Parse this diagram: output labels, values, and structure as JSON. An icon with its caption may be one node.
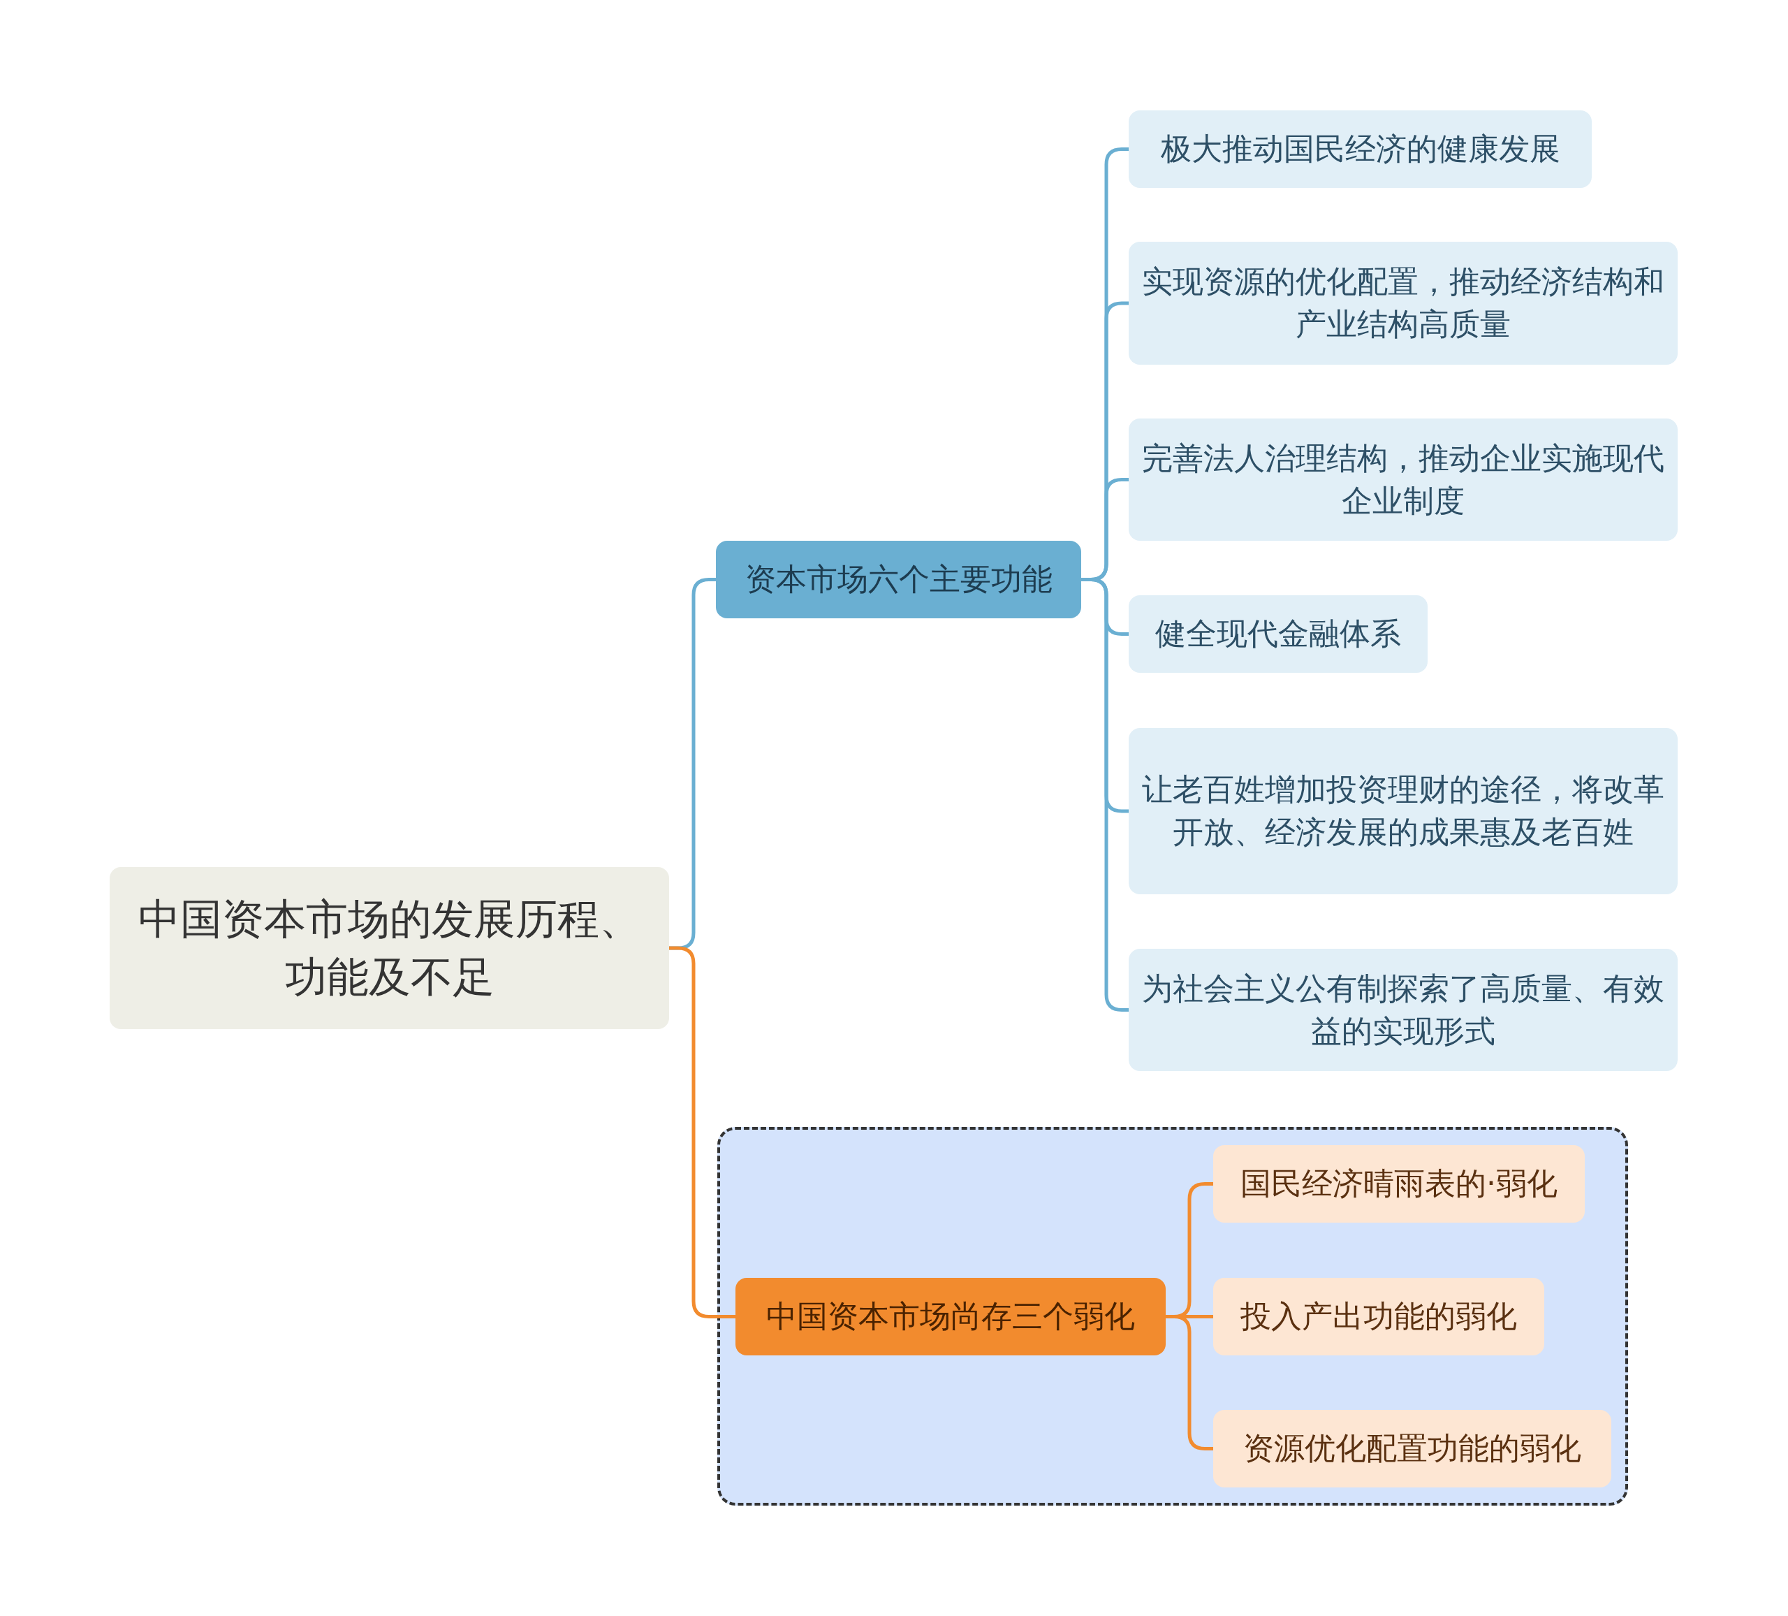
{
  "diagram": {
    "nodes": [
      {
        "text": [
          "中国资本市场的发展历程、功能及不足"
        ]
      },
      {
        "text": [
          "资本市场六个主要功能"
        ]
      },
      {
        "text": [
          "极大推动国民经济的健康发展"
        ]
      },
      {
        "text": [
          "实现资源的优化配置，推动经济结构和产业结构高质量"
        ]
      },
      {
        "text": [
          "完善法人治理结构，推动企业实施现代企业制度"
        ]
      },
      {
        "text": [
          "健全现代金融体系"
        ]
      },
      {
        "text": [
          "让老百姓增加投资理财的途径，将改革开放、经济发展的成果惠及老百姓"
        ]
      },
      {
        "text": [
          "为社会主义公有制探索了高质量、有效益的实现形式"
        ]
      },
      {
        "text": [],
        "shape": "box"
      },
      {
        "text": [
          "中国资本市场尚存三个弱化"
        ],
        "in": 8
      },
      {
        "text": [
          "国民经济晴雨表的·弱化"
        ],
        "in": 8
      },
      {
        "text": [
          "投入产出功能的弱化"
        ],
        "in": 8
      },
      {
        "text": [
          "资源优化配置功能的弱化"
        ],
        "in": 8
      }
    ],
    "edges": [
      {
        "from": 0,
        "to": 1,
        "arrow": "none"
      },
      {
        "from": 0,
        "to": 9,
        "arrow": "none",
        "color": "#f28b2e"
      },
      {
        "from": 1,
        "to": 2,
        "arrow": "none"
      },
      {
        "from": 1,
        "to": 3,
        "arrow": "none"
      },
      {
        "from": 1,
        "to": 4,
        "arrow": "none"
      },
      {
        "from": 1,
        "to": 5,
        "arrow": "none"
      },
      {
        "from": 1,
        "to": 6,
        "arrow": "none"
      },
      {
        "from": 1,
        "to": 7,
        "arrow": "none"
      },
      {
        "from": 9,
        "to": 10,
        "arrow": "none",
        "color": "#f28b2e"
      },
      {
        "from": 9,
        "to": 11,
        "arrow": "none",
        "color": "#f28b2e"
      },
      {
        "from": 9,
        "to": 12,
        "arrow": "none",
        "color": "#f28b2e"
      }
    ]
  }
}
